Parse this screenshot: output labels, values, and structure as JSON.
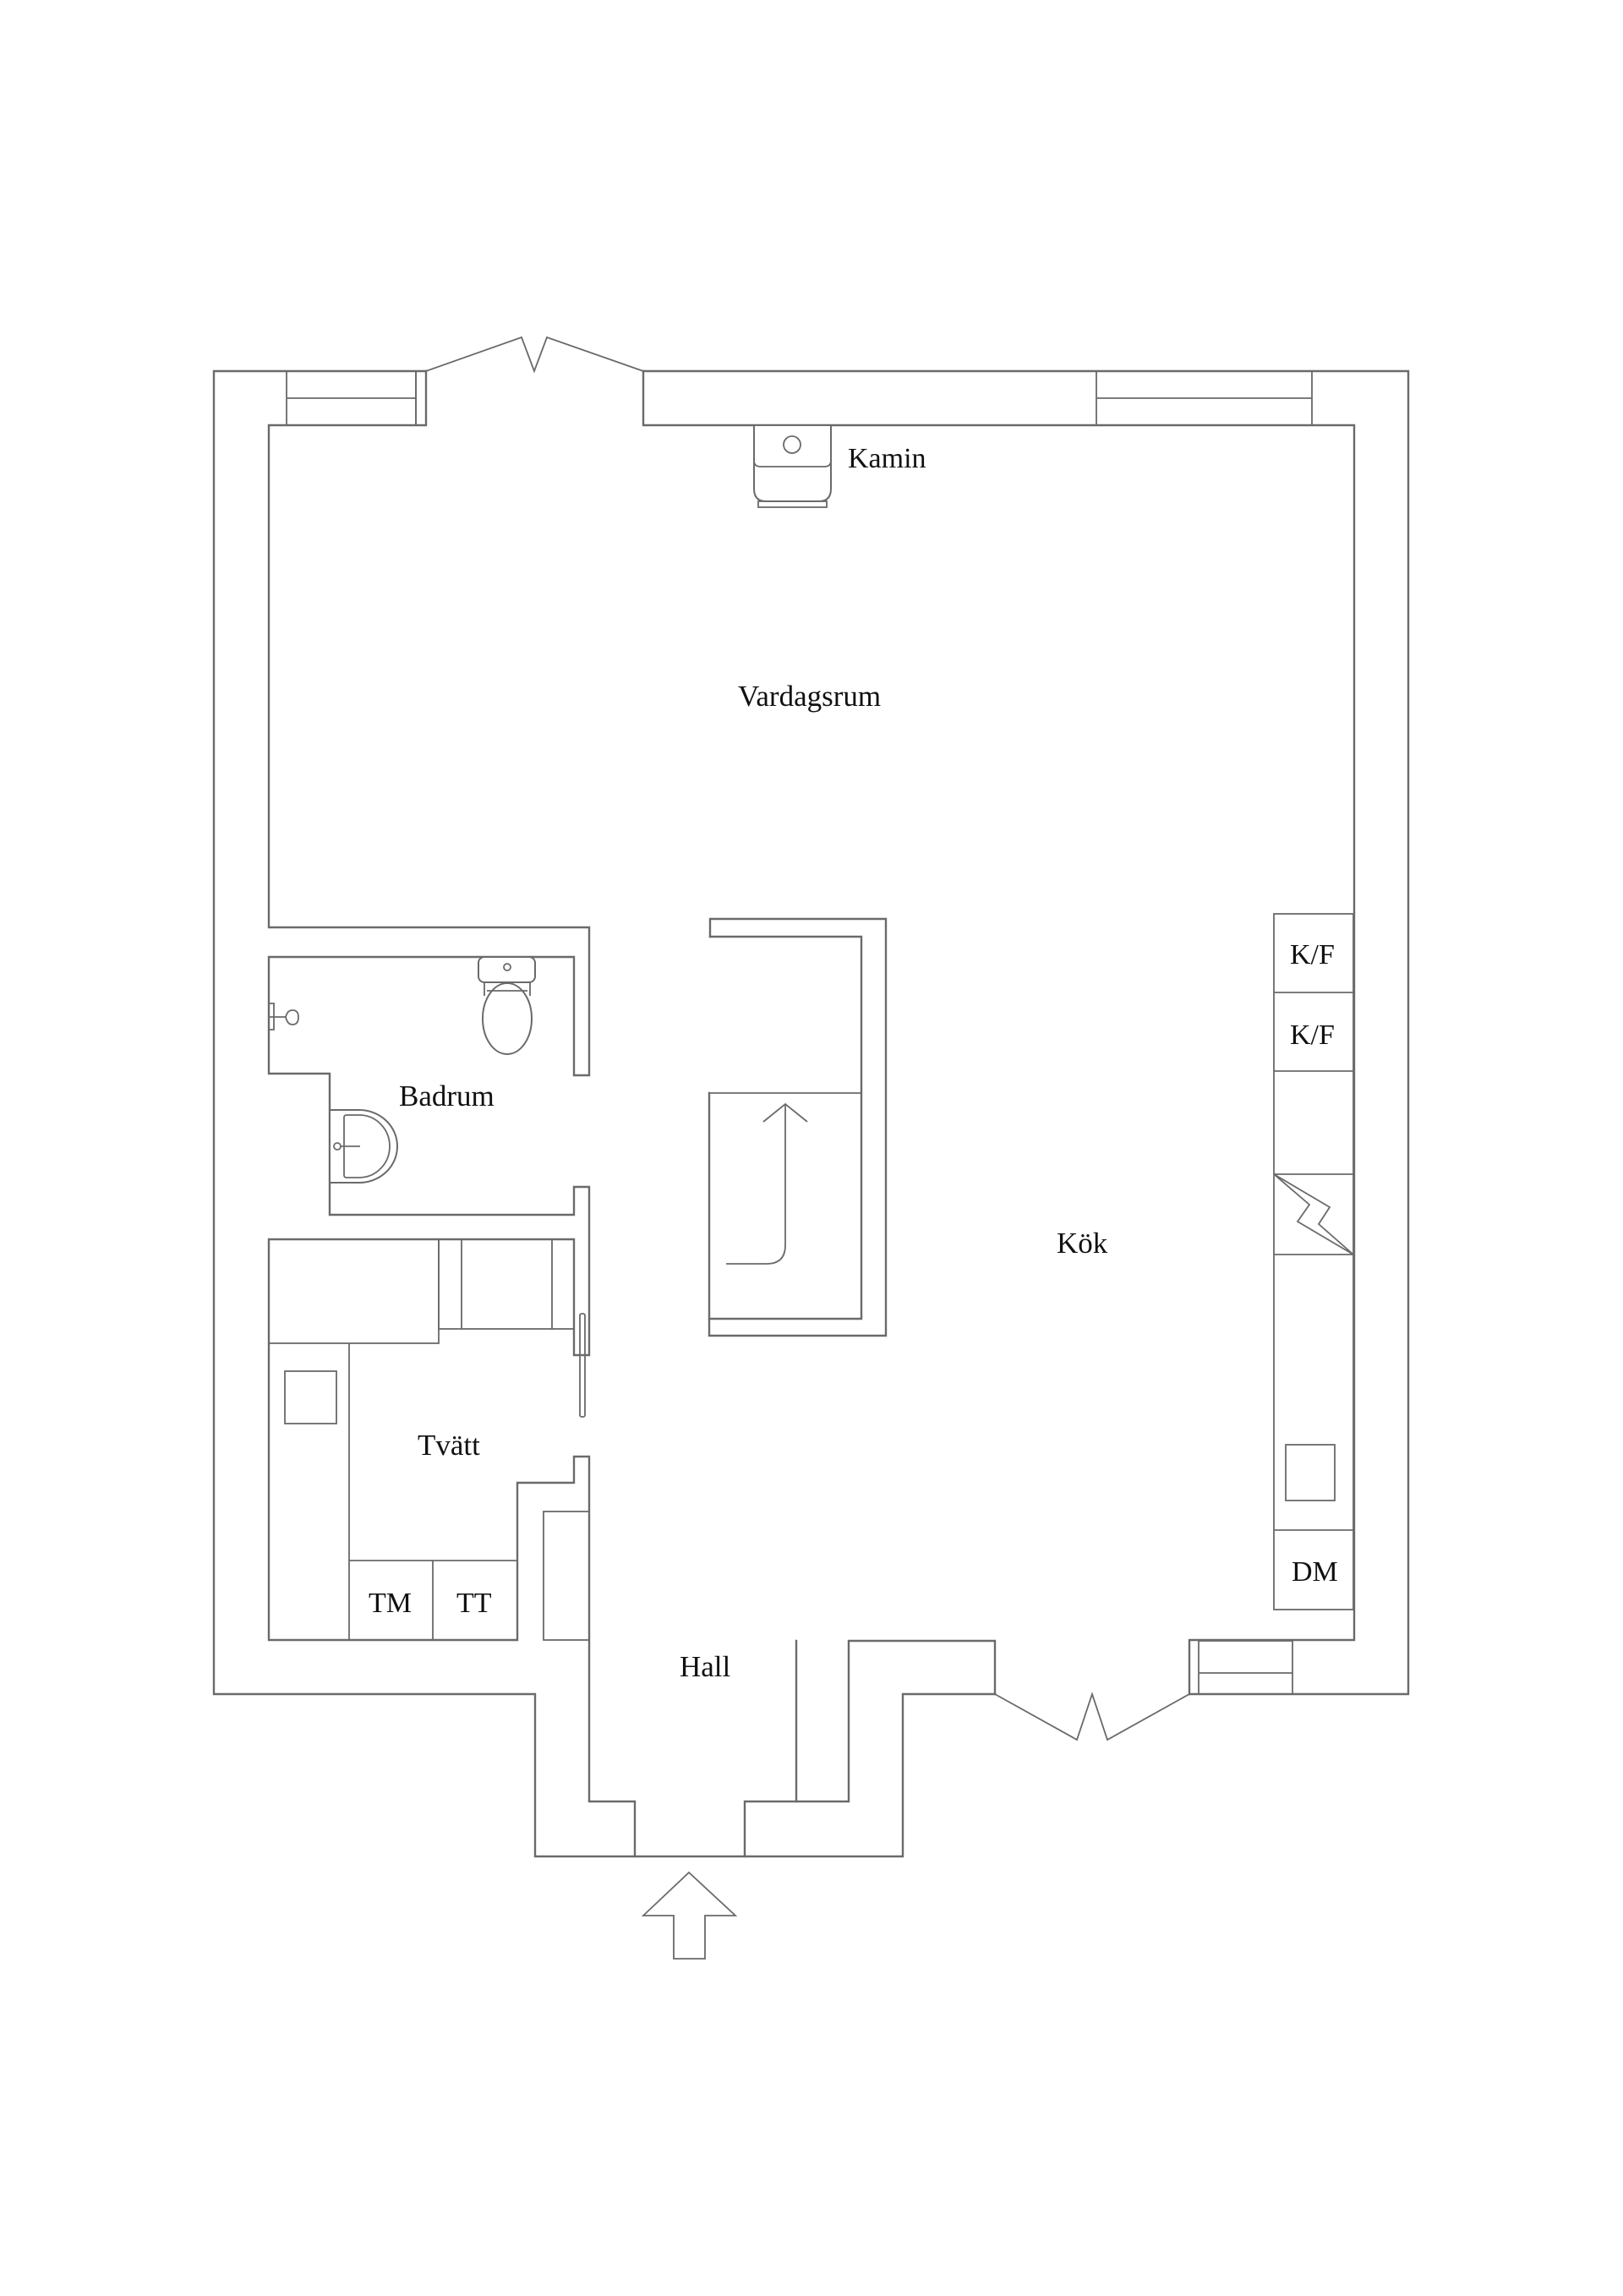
{
  "floorplan": {
    "rooms": {
      "vardagsrum": "Vardagsrum",
      "kok": "Kök",
      "badrum": "Badrum",
      "tvatt": "Tvätt",
      "hall": "Hall"
    },
    "fixtures": {
      "kamin": "Kamin",
      "kf_1": "K/F",
      "kf_2": "K/F",
      "dm": "DM",
      "tm": "TM",
      "tt": "TT"
    },
    "icons": {
      "entrance": "entrance-arrow-icon",
      "stairs_direction": "stair-arrow-icon",
      "stove": "lightning-icon",
      "fireplace": "fireplace-icon",
      "toilet": "toilet-icon",
      "sink": "sink-icon",
      "shower": "shower-icon"
    },
    "colors": {
      "line": "#6a6a6a",
      "text": "#111111",
      "background": "#ffffff"
    }
  }
}
